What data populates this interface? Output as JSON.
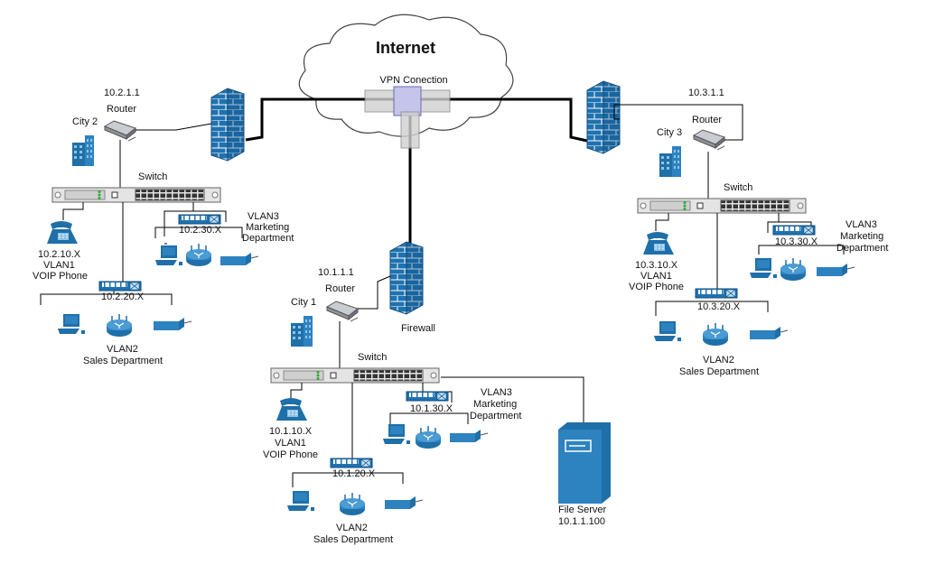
{
  "internet": {
    "title": "Internet",
    "vpn_label": "VPN Conection"
  },
  "city1": {
    "router_ip": "10.1.1.1",
    "router_label": "Router",
    "city_label": "City 1",
    "firewall_label": "Firewall",
    "switch_label": "Switch",
    "voip_ip": "10.1.10.X",
    "voip_vlan": "VLAN1",
    "voip_label": "VOIP Phone",
    "sales_ip": "10.1.20.X",
    "sales_vlan": "VLAN2",
    "sales_label": "Sales Department",
    "mkt_ip": "10.1.30.X",
    "mkt_vlan": "VLAN3",
    "mkt_label1": "Marketing",
    "mkt_label2": "Department",
    "server_label": "File Server",
    "server_ip": "10.1.1.100"
  },
  "city2": {
    "router_ip": "10.2.1.1",
    "router_label": "Router",
    "city_label": "City 2",
    "switch_label": "Switch",
    "voip_ip": "10.2.10.X",
    "voip_vlan": "VLAN1",
    "voip_label": "VOIP Phone",
    "sales_ip": "10.2.20.X",
    "sales_vlan": "VLAN2",
    "sales_label": "Sales Department",
    "mkt_ip": "10.2.30.X",
    "mkt_vlan": "VLAN3",
    "mkt_label1": "Marketing",
    "mkt_label2": "Department"
  },
  "city3": {
    "router_ip": "10.3.1.1",
    "router_label": "Router",
    "city_label": "City 3",
    "switch_label": "Switch",
    "voip_ip": "10.3.10.X",
    "voip_vlan": "VLAN1",
    "voip_label": "VOIP Phone",
    "sales_ip": "10.3.20.X",
    "sales_vlan": "VLAN2",
    "sales_label": "Sales Department",
    "mkt_ip": "10.3.30.X",
    "mkt_vlan": "VLAN3",
    "mkt_label1": "Marketing",
    "mkt_label2": "Department"
  },
  "colors": {
    "device_blue": "#1f6fa8",
    "device_light": "#3a8cc8",
    "line": "#000000",
    "switch_gray": "#d9d9d9"
  }
}
